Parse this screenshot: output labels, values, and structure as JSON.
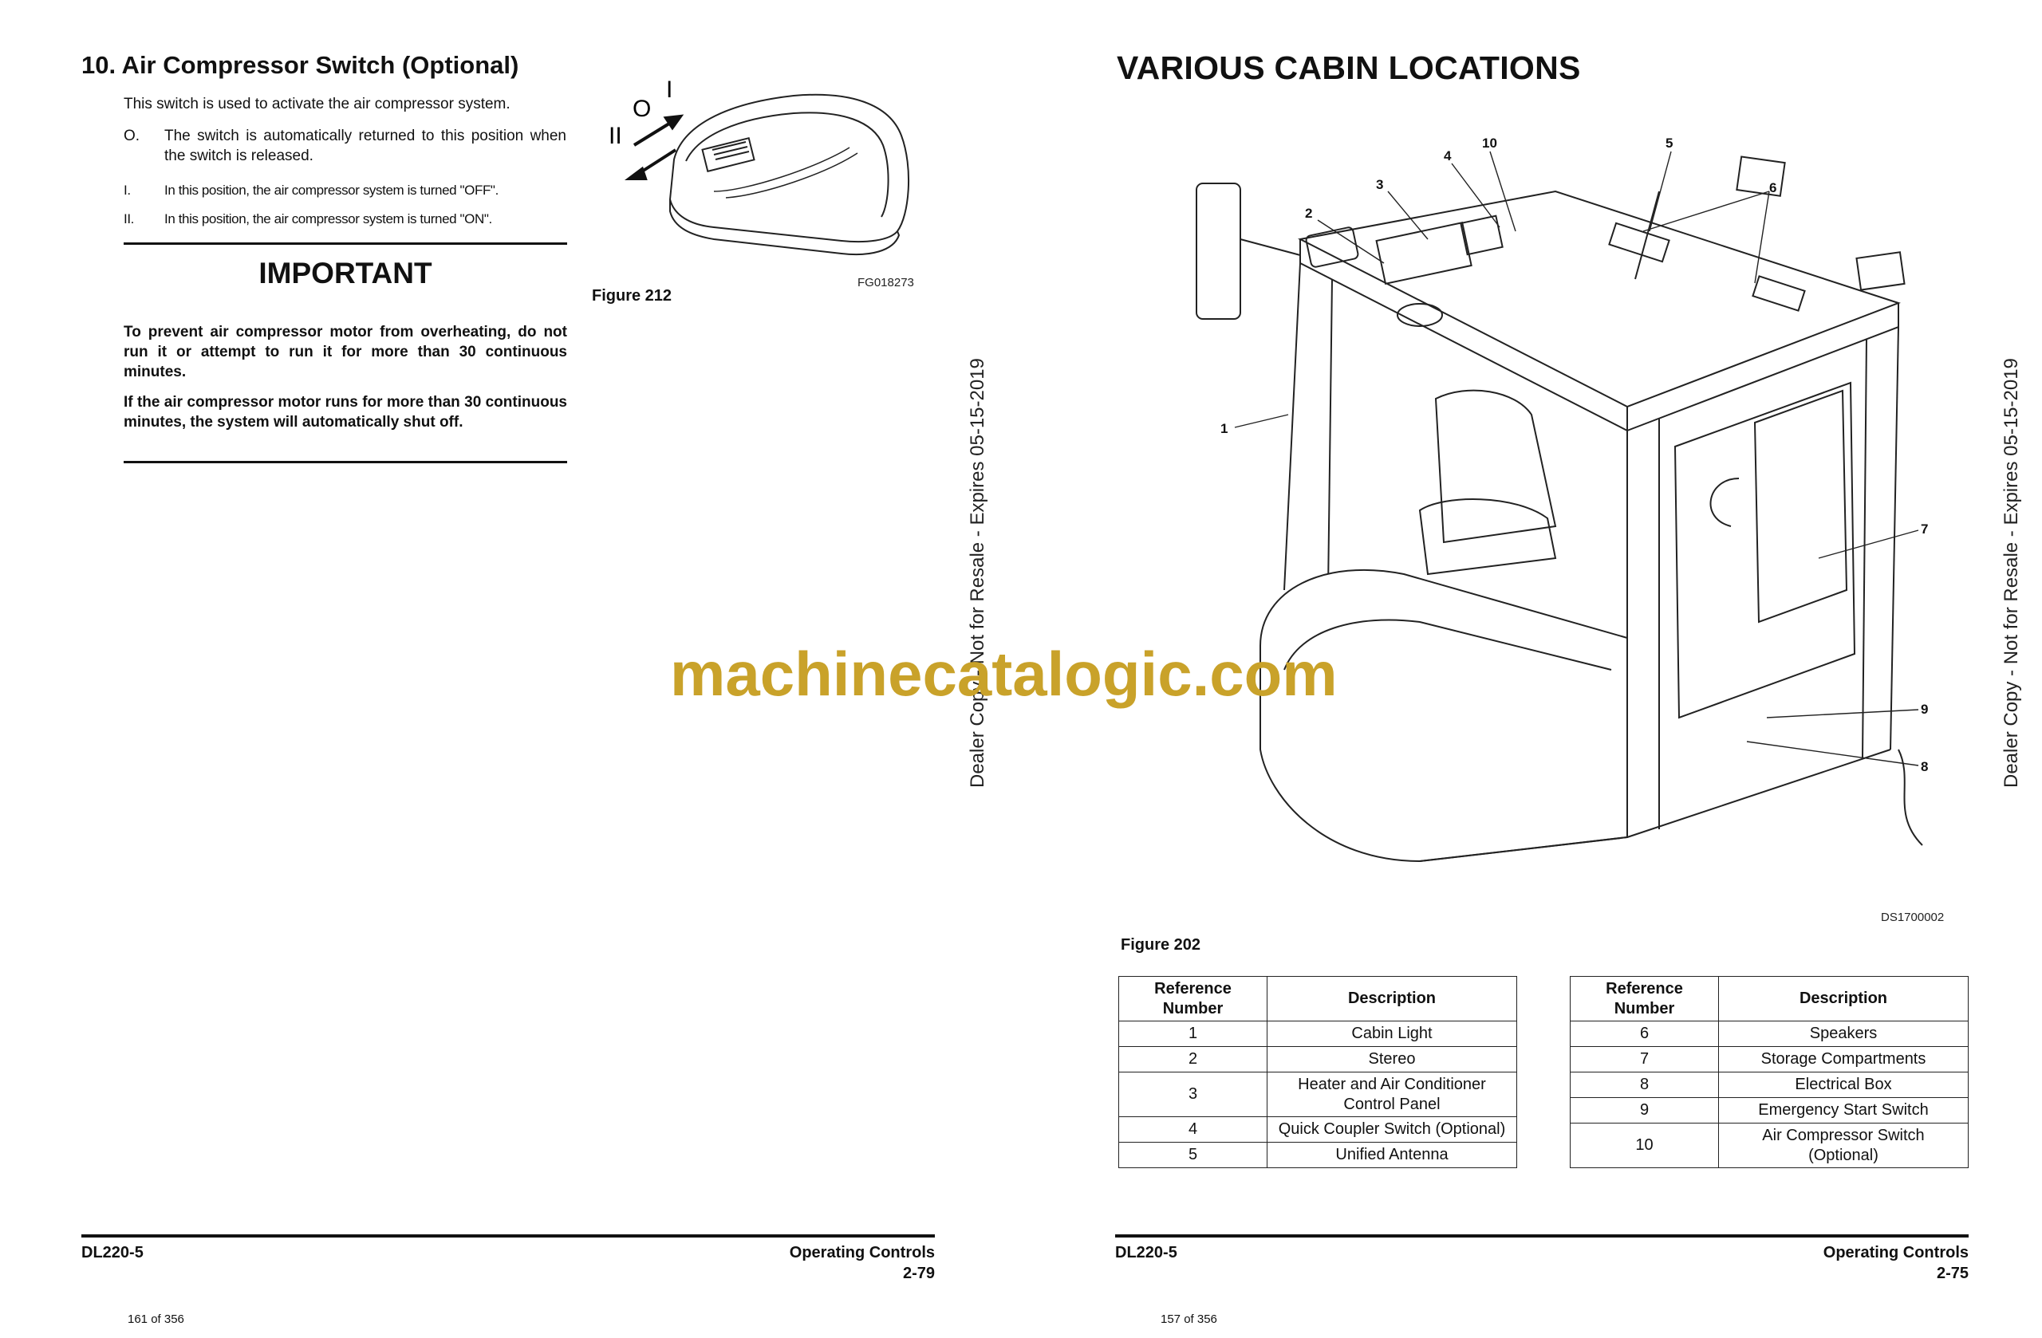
{
  "left_page": {
    "section_title": "10.  Air Compressor Switch (Optional)",
    "intro": "This switch is used to activate the air compressor system.",
    "items": [
      {
        "marker": "O.",
        "text": "The switch is automatically returned to this position when the switch is released."
      },
      {
        "marker": "I.",
        "text": "In this position, the air compressor system is turned \"OFF\"."
      },
      {
        "marker": "II.",
        "text": "In this position, the air compressor system is turned \"ON\"."
      }
    ],
    "important_title": "IMPORTANT",
    "important_paragraphs": [
      "To prevent air compressor motor from overheating, do not run it or attempt to run it for more than 30 continuous minutes.",
      "If the air compressor motor runs for more than 30 continuous minutes, the system will automatically shut off."
    ],
    "figure_symbols": {
      "o": "O",
      "i": "I",
      "ii": "II"
    },
    "figure_code": "FG018273",
    "figure_label": "Figure 212",
    "footer_model": "DL220-5",
    "footer_section": "Operating Controls",
    "footer_page": "2-79",
    "page_count": "161 of 356"
  },
  "right_page": {
    "title": "VARIOUS CABIN LOCATIONS",
    "figure_code": "DS1700002",
    "figure_label": "Figure 202",
    "callouts": [
      "1",
      "2",
      "3",
      "4",
      "10",
      "5",
      "6",
      "7",
      "9",
      "8"
    ],
    "table_headers": {
      "ref": "Reference Number",
      "desc": "Description"
    },
    "table_left": [
      {
        "ref": "1",
        "desc": "Cabin Light"
      },
      {
        "ref": "2",
        "desc": "Stereo"
      },
      {
        "ref": "3",
        "desc": "Heater and Air Conditioner Control Panel"
      },
      {
        "ref": "4",
        "desc": "Quick Coupler Switch (Optional)"
      },
      {
        "ref": "5",
        "desc": "Unified Antenna"
      }
    ],
    "table_right": [
      {
        "ref": "6",
        "desc": "Speakers"
      },
      {
        "ref": "7",
        "desc": "Storage Compartments"
      },
      {
        "ref": "8",
        "desc": "Electrical Box"
      },
      {
        "ref": "9",
        "desc": "Emergency Start Switch"
      },
      {
        "ref": "10",
        "desc": "Air Compressor Switch (Optional)"
      }
    ],
    "footer_model": "DL220-5",
    "footer_section": "Operating Controls",
    "footer_page": "2-75",
    "page_count": "157 of 356"
  },
  "side_stamp": "Dealer Copy - Not for Resale - Expires 05-15-2019",
  "watermark": "machinecatalogic.com",
  "colors": {
    "watermark": "#c9a22a",
    "text": "#111111"
  }
}
